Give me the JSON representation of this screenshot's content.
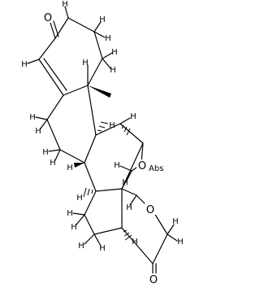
{
  "structure": {
    "atom_labels": {
      "oxygen": "O",
      "hydrogen": "H",
      "abbreviation": "Abs"
    },
    "colors": {
      "bonds": "#000000",
      "labels": "#000000",
      "background": "#ffffff"
    }
  }
}
